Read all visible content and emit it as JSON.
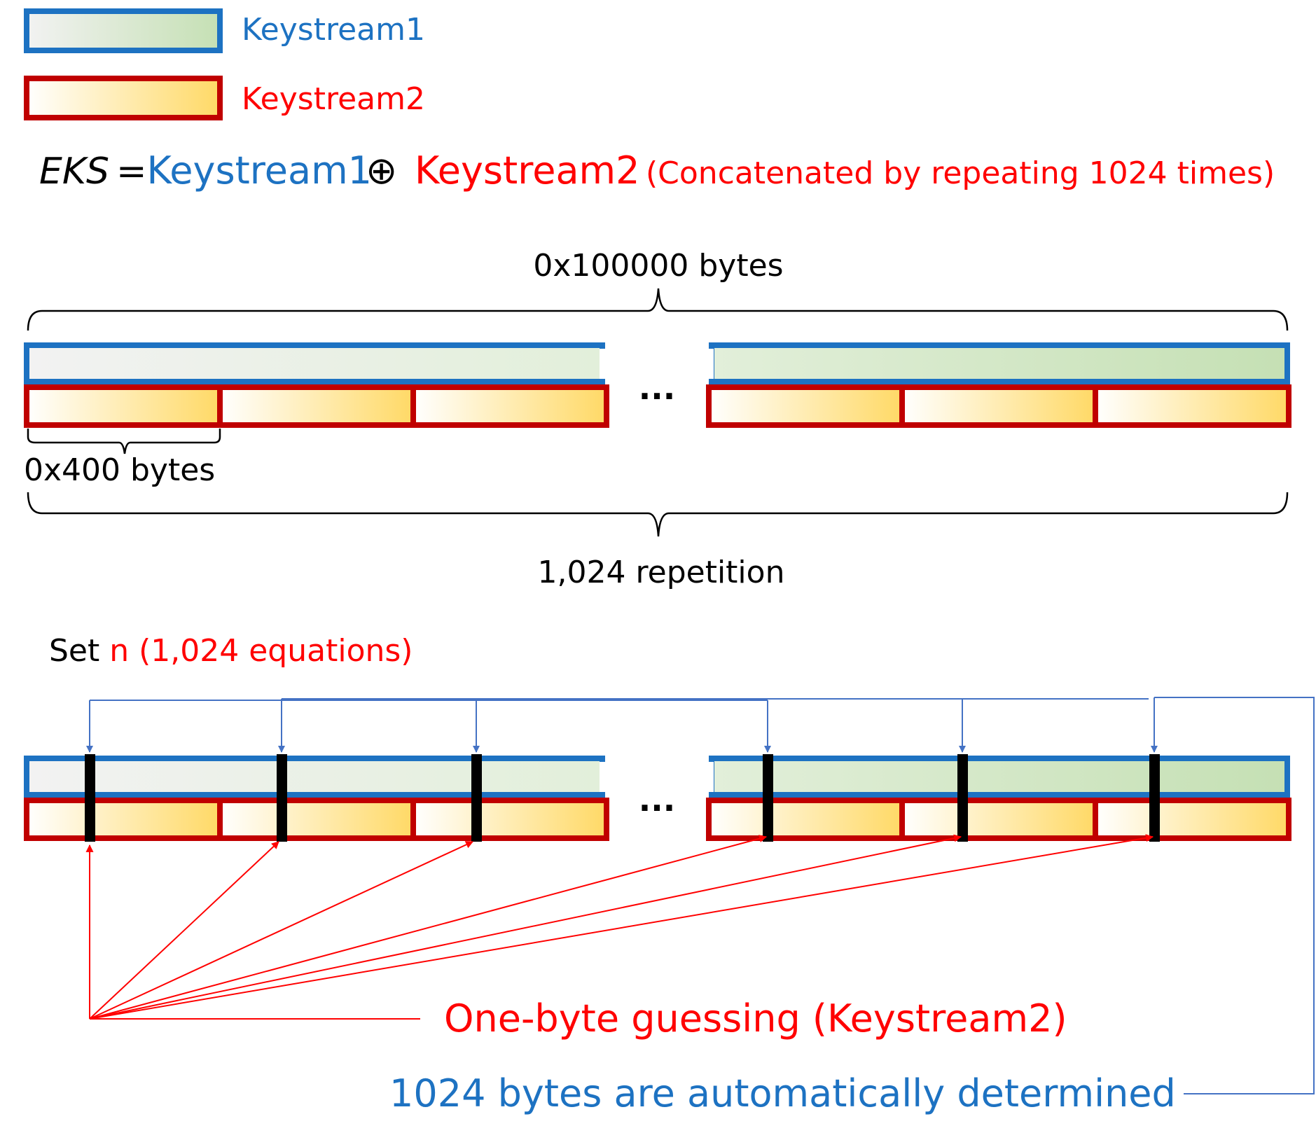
{
  "legend": {
    "keystream1": "Keystream1",
    "keystream2": "Keystream2"
  },
  "formula": {
    "eks": "EKS",
    "equals": "=",
    "k1": "Keystream1",
    "xor": "⊕",
    "k2": "Keystream2",
    "note": "(Concatenated by repeating 1024 times)"
  },
  "top_diagram": {
    "total_label": "0x100000 bytes",
    "block_label": "0x400 bytes",
    "repetition_label": "1,024 repetition",
    "ellipsis": "..."
  },
  "bottom_diagram": {
    "set_prefix": "Set ",
    "set_suffix": "n (1,024 equations)",
    "ellipsis": "...",
    "guess_label": "One-byte guessing (Keystream2)",
    "determined_label": "1024 bytes are automatically determined"
  },
  "colors": {
    "blue": "#1d72c2",
    "red": "#c00000",
    "text_red": "#ff0000",
    "connector_blue": "#4472c4",
    "arrow_red": "#ff0000",
    "green_light": "#f2f2f2",
    "green_dark": "#c5e0b4",
    "yellow_light": "#ffffff",
    "yellow_dark": "#ffd966"
  }
}
